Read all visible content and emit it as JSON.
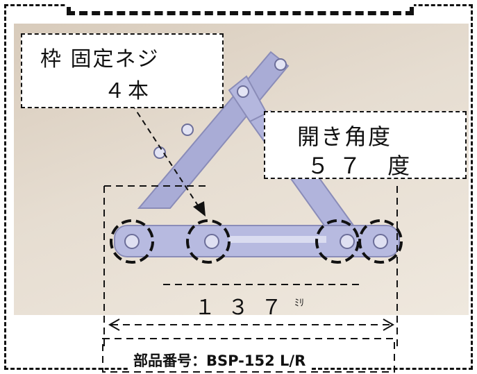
{
  "screw_label": {
    "line1": "枠 固定ネジ",
    "line2": "４本"
  },
  "angle_label": {
    "line1": "開き角度",
    "line2": "５７ 度"
  },
  "dimension": {
    "value": "１３７",
    "unit": "ﾐﾘ"
  },
  "part_number": "部品番号：BSP-152 L/R"
}
